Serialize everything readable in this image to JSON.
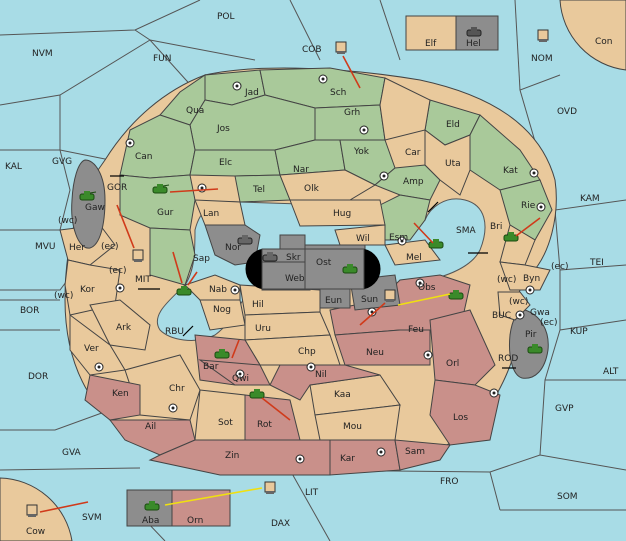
{
  "colors": {
    "sea": "#a8dce6",
    "neutral": "#e9c99c",
    "green_power": "#a9c99a",
    "red_power": "#c9908a",
    "gray_power": "#8d8d8d",
    "move_order": "#d03a1a",
    "support_order": "#f0e010"
  },
  "labels": {
    "POL": "POL",
    "NVM": "NVM",
    "FUN": "FUN",
    "COB": "COB",
    "NOM": "NOM",
    "Elf": "Elf",
    "Hel": "Hel",
    "Con": "Con",
    "OVD": "OVD",
    "KAL": "KAL",
    "GVG": "GVG",
    "KAM": "KAM",
    "TEI": "TEI",
    "MVU": "MVU",
    "BOR": "BOR",
    "KUP": "KUP",
    "DOR": "DOR",
    "ALT": "ALT",
    "GVP": "GVP",
    "GVA": "GVA",
    "FRO": "FRO",
    "SOM": "SOM",
    "LIT": "LIT",
    "SVM": "SVM",
    "DAX": "DAX",
    "Cow": "Cow",
    "Aba": "Aba",
    "Orn": "Orn",
    "Jad": "Jad",
    "Sch": "Sch",
    "Qua": "Qua",
    "Jos": "Jos",
    "Grh": "Grh",
    "Eld": "Eld",
    "Can": "Can",
    "Elc": "Elc",
    "Nar": "Nar",
    "Yok": "Yok",
    "Car": "Car",
    "Uta": "Uta",
    "Kat": "Kat",
    "Tel": "Tel",
    "Olk": "Olk",
    "Amp": "Amp",
    "Gaw": "Gaw",
    "GOR": "GOR",
    "Gur": "Gur",
    "Lan": "Lan",
    "Hug": "Hug",
    "Rie": "Rie",
    "Bri": "Bri",
    "SMA": "SMA",
    "Esm": "Esm",
    "Wil": "Wil",
    "Nor": "Nor",
    "Skr": "Skr",
    "Ost": "Ost",
    "Web": "Web",
    "Her": "Her",
    "wc": "(wc)",
    "ec": "(ec)",
    "MIT": "MIT",
    "Sap": "Sap",
    "Mel": "Mel",
    "Byn": "Byn",
    "Kor": "Kor",
    "Nab": "Nab",
    "Eun": "Eun",
    "Sun": "Sun",
    "Obs": "Obs",
    "Hil": "Hil",
    "RBU": "RBU",
    "Nog": "Nog",
    "Ark": "Ark",
    "Uru": "Uru",
    "Feu": "Feu",
    "BUC": "BUC",
    "Gwa": "Gwa",
    "Pir": "Pir",
    "Ver": "Ver",
    "Chp": "Chp",
    "Neu": "Neu",
    "Orl": "Orl",
    "ROD": "ROD",
    "Bar": "Bar",
    "Qwi": "Qwi",
    "Nil": "Nil",
    "Ken": "Ken",
    "Chr": "Chr",
    "Kaa": "Kaa",
    "Los": "Los",
    "Ail": "Ail",
    "Sot": "Sot",
    "Rot": "Rot",
    "Mou": "Mou",
    "Zin": "Zin",
    "Kar": "Kar",
    "Sam": "Sam"
  }
}
